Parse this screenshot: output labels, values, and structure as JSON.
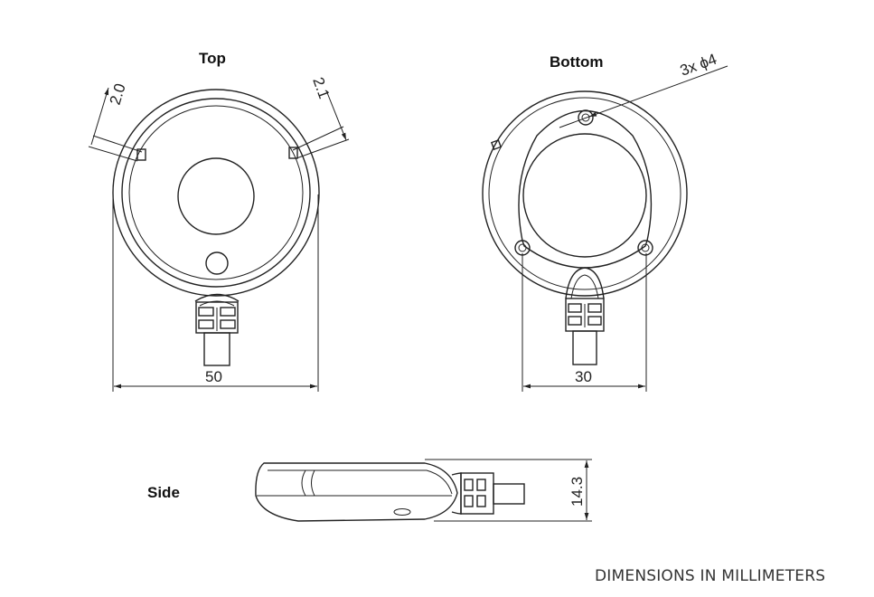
{
  "views": {
    "top": {
      "label": "Top",
      "width_dim": "50",
      "notch_left_dim": "2.0",
      "notch_right_dim": "2.1"
    },
    "bottom": {
      "label": "Bottom",
      "hole_spacing_dim": "30",
      "hole_callout": "3x ϕ4"
    },
    "side": {
      "label": "Side",
      "height_dim": "14.3"
    }
  },
  "footer": {
    "units_note": "DIMENSIONS IN MILLIMETERS"
  }
}
